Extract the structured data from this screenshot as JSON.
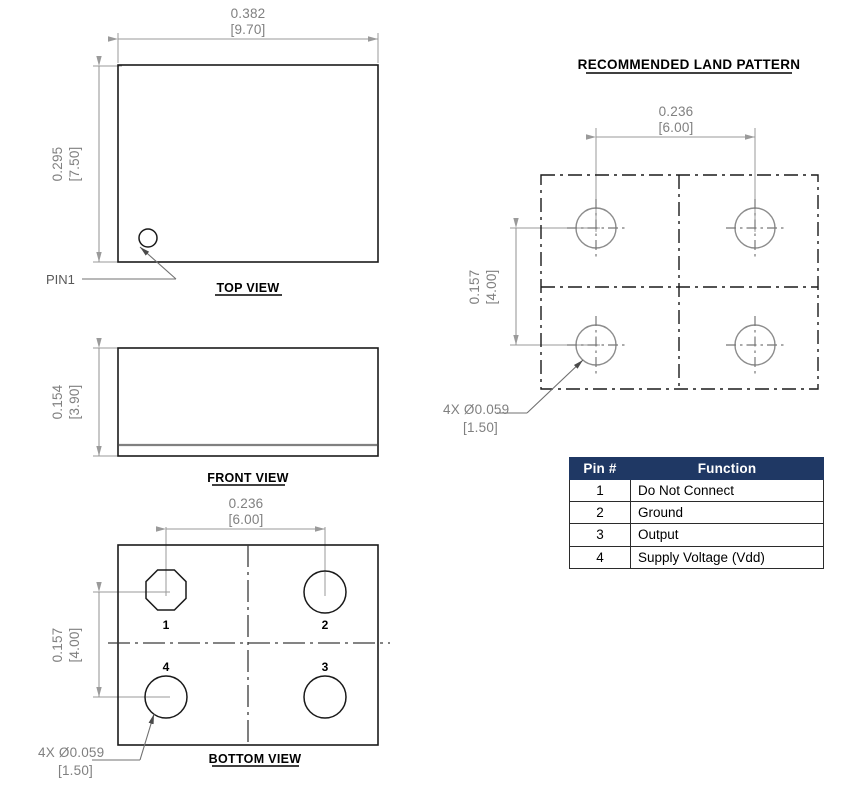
{
  "drawing": {
    "title_land_pattern": "RECOMMENDED LAND PATTERN",
    "views": {
      "top": "TOP VIEW",
      "front": "FRONT VIEW",
      "bottom": "BOTTOM VIEW"
    },
    "pin1_label": "PIN1",
    "dimensions": {
      "top_width_in": "0.382",
      "top_width_mm": "[9.70]",
      "top_height_in": "0.295",
      "top_height_mm": "[7.50]",
      "front_height_in": "0.154",
      "front_height_mm": "[3.90]",
      "bottom_pitch_x_in": "0.236",
      "bottom_pitch_x_mm": "[6.00]",
      "bottom_pitch_y_in": "0.157",
      "bottom_pitch_y_mm": "[4.00]",
      "bottom_hole_callout": "4X  Ø0.059",
      "bottom_hole_callout_mm": "[1.50]",
      "lp_pitch_x_in": "0.236",
      "lp_pitch_x_mm": "[6.00]",
      "lp_pitch_y_in": "0.157",
      "lp_pitch_y_mm": "[4.00]",
      "lp_hole_callout": "4X  Ø0.059",
      "lp_hole_callout_mm": "[1.50]"
    },
    "pad_numbers": {
      "p1": "1",
      "p2": "2",
      "p3": "3",
      "p4": "4"
    }
  },
  "pin_table": {
    "headers": [
      "Pin #",
      "Function"
    ],
    "rows": [
      {
        "pin": "1",
        "function": "Do Not Connect"
      },
      {
        "pin": "2",
        "function": "Ground"
      },
      {
        "pin": "3",
        "function": "Output"
      },
      {
        "pin": "4",
        "function": "Supply Voltage (Vdd)"
      }
    ],
    "header_color": "#1F3864"
  }
}
